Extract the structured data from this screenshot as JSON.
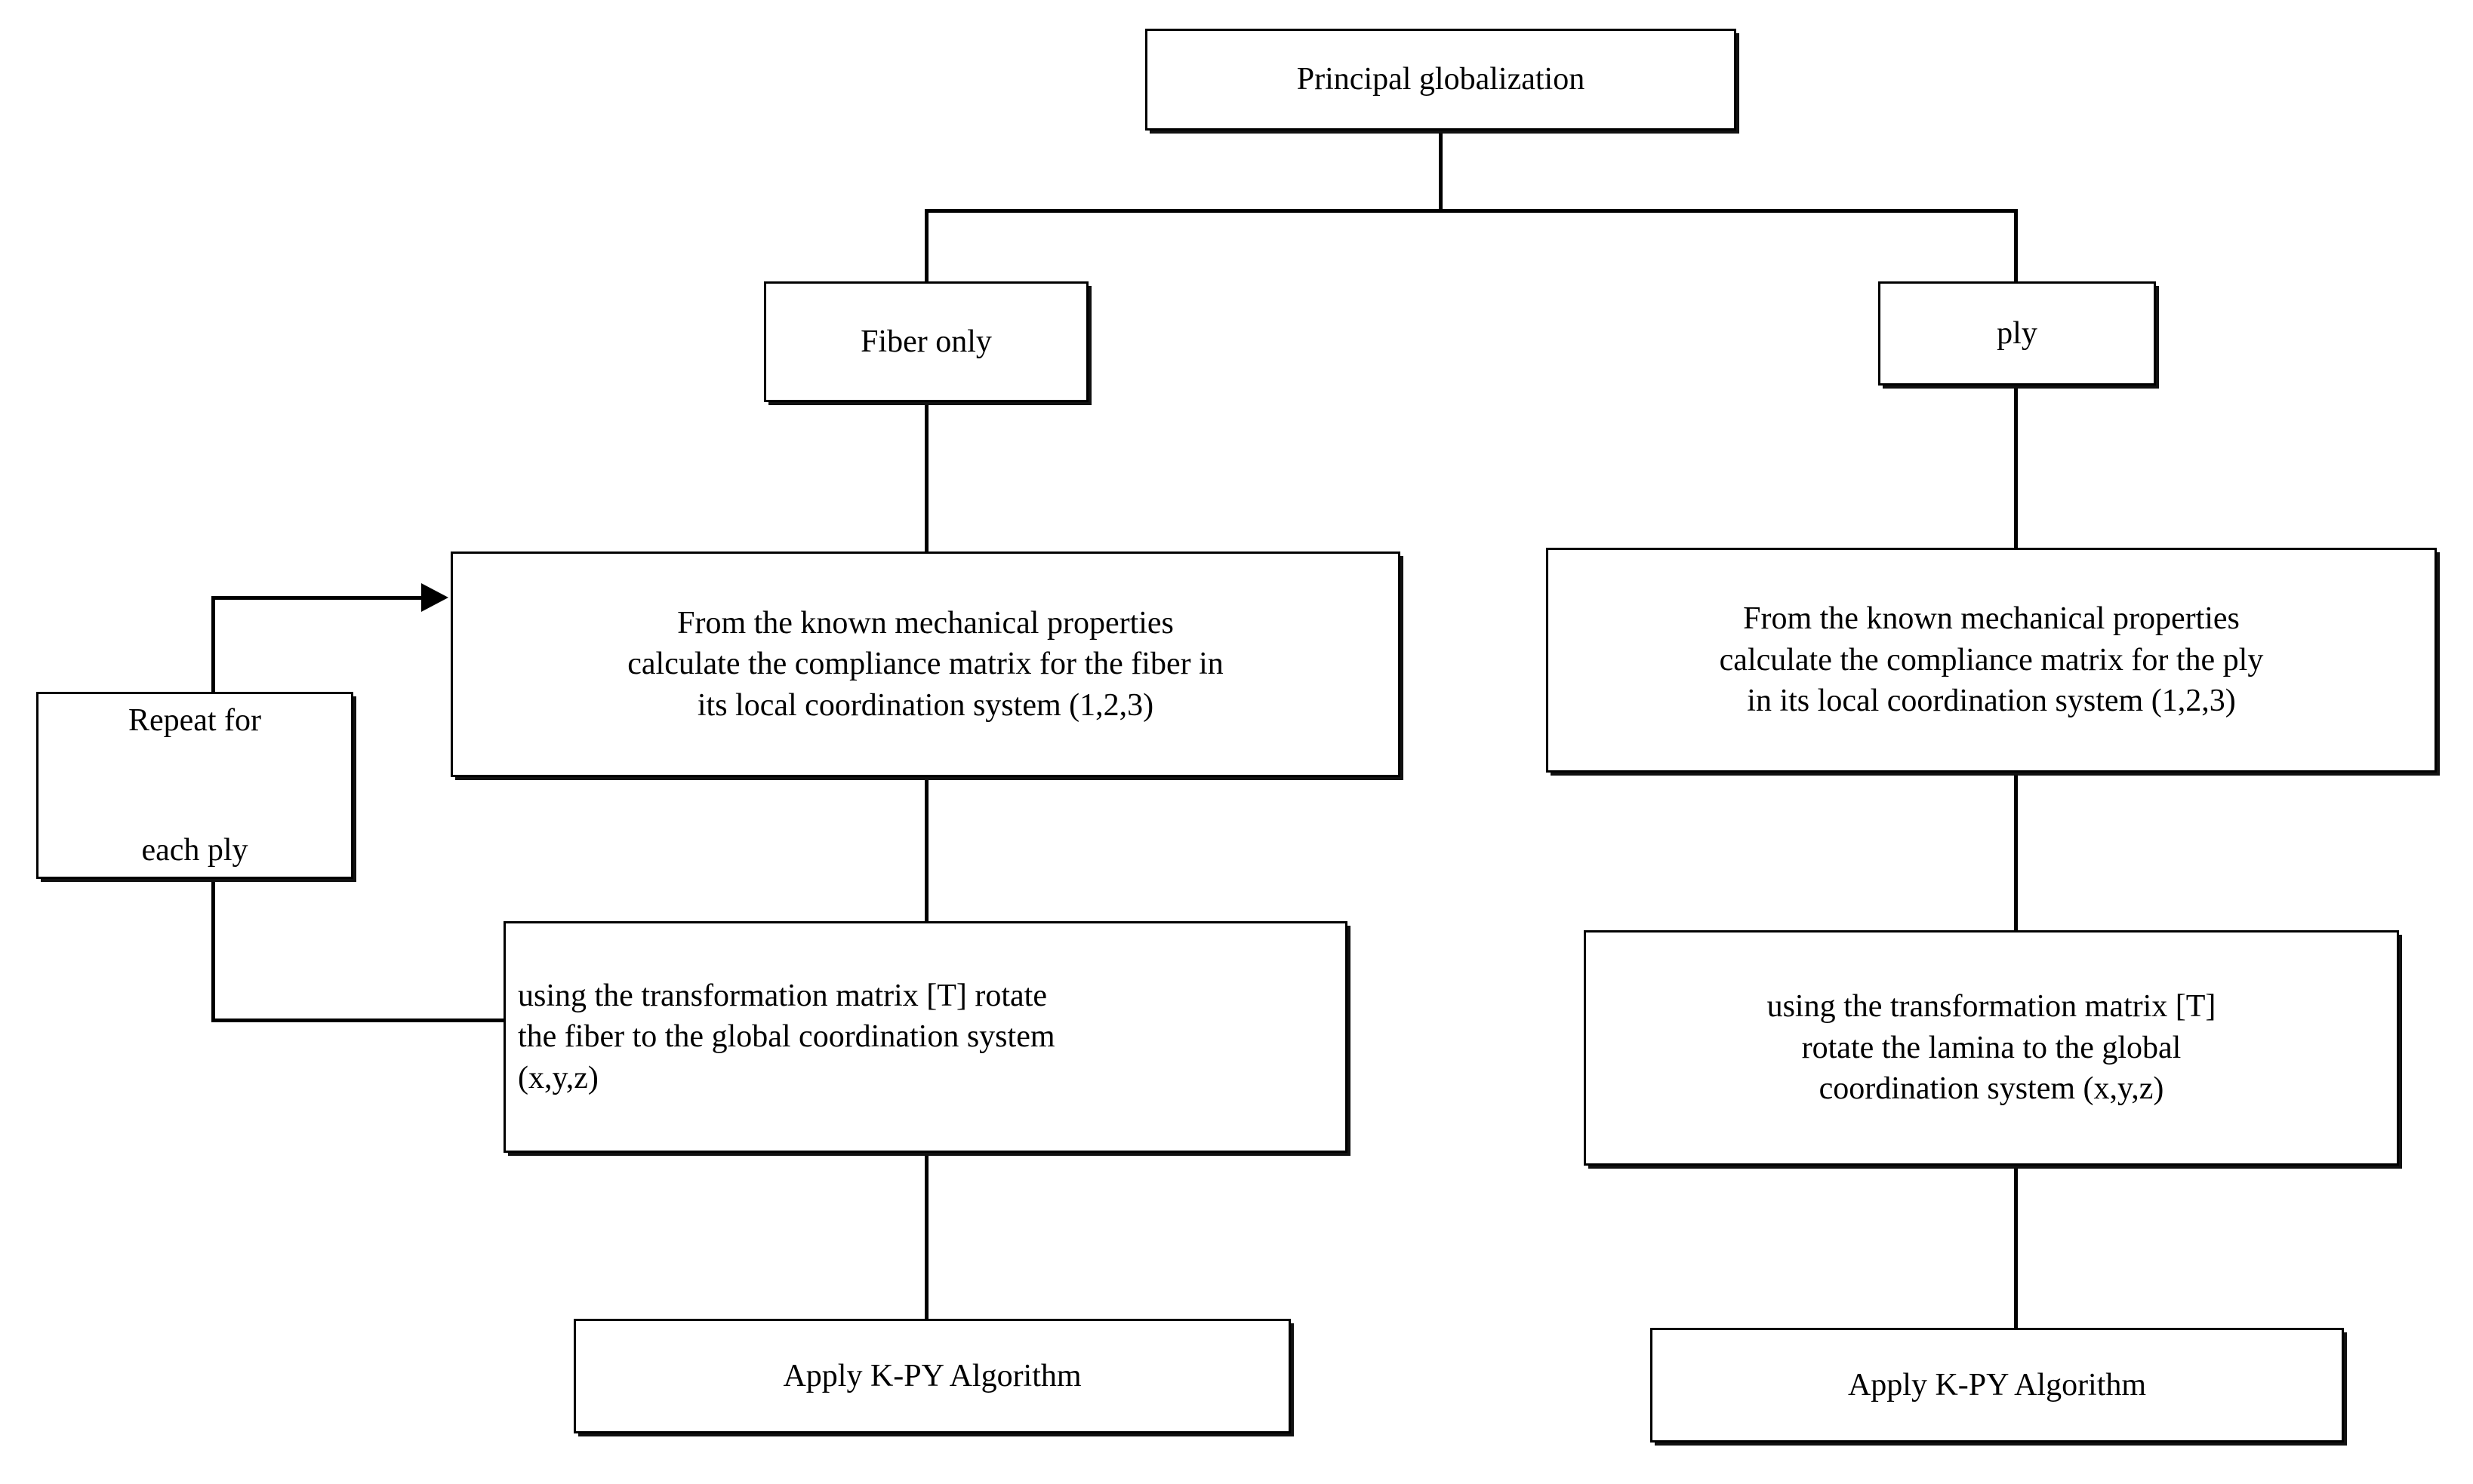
{
  "diagram": {
    "type": "flowchart",
    "title": "Principal globalization",
    "orientation": "top-down, two branches",
    "nodes": {
      "root": "Principal globalization",
      "branch_left": "Fiber only",
      "branch_right": "ply",
      "left_compliance": "From the known mechanical properties\ncalculate the compliance matrix for the fiber in\nits local coordination system (1,2,3)",
      "right_compliance": "From the known mechanical properties\ncalculate the compliance matrix for the ply\nin its local coordination system (1,2,3)",
      "left_transform": "using the transformation matrix [T] rotate\nthe fiber to the global coordination system\n(x,y,z)",
      "right_transform": "using the transformation matrix [T]\nrotate the lamina to the global\ncoordination system (x,y,z)",
      "left_algorithm": "Apply K-PY Algorithm",
      "right_algorithm": "Apply K-PY Algorithm",
      "repeat_loop": "Repeat for\n\neach ply"
    },
    "colors": {
      "line": "#000000",
      "box_fill": "#ffffff",
      "text": "#000000"
    }
  }
}
